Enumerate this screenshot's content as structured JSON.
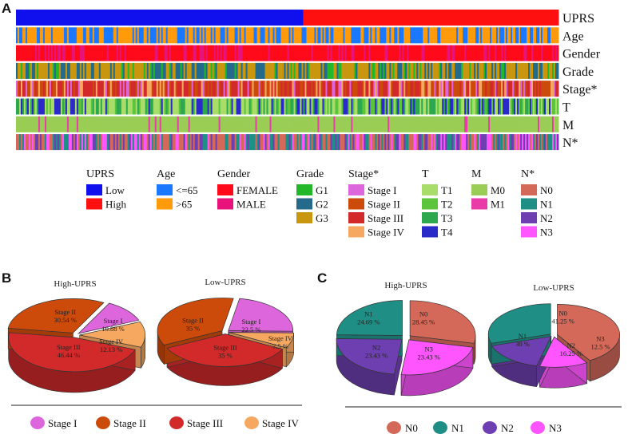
{
  "panels": {
    "a": "A",
    "b": "B",
    "c": "C"
  },
  "chart_data": [
    {
      "type": "heatmap",
      "panel": "A",
      "rows": [
        "UPRS",
        "Age",
        "Gender",
        "Grade",
        "Stage*",
        "T",
        "M",
        "N*"
      ],
      "uprs_split": {
        "low_fraction": 0.53
      },
      "legend": [
        {
          "title": "UPRS",
          "items": [
            {
              "label": "Low",
              "color": "#1010ee"
            },
            {
              "label": "High",
              "color": "#ff1010"
            }
          ]
        },
        {
          "title": "Age",
          "items": [
            {
              "label": "<=65",
              "color": "#1a78ff"
            },
            {
              "label": ">65",
              "color": "#ff9a0a"
            }
          ]
        },
        {
          "title": "Gender",
          "items": [
            {
              "label": "FEMALE",
              "color": "#ff0a1a"
            },
            {
              "label": "MALE",
              "color": "#e8137a"
            }
          ]
        },
        {
          "title": "Grade",
          "items": [
            {
              "label": "G1",
              "color": "#22b82a"
            },
            {
              "label": "G2",
              "color": "#246a8a"
            },
            {
              "label": "G3",
              "color": "#c8960f"
            }
          ]
        },
        {
          "title": "Stage*",
          "items": [
            {
              "label": "Stage I",
              "color": "#dd66dd"
            },
            {
              "label": "Stage II",
              "color": "#cc4a0a"
            },
            {
              "label": "Stage III",
              "color": "#d22a2a"
            },
            {
              "label": "Stage IV",
              "color": "#f7a860"
            }
          ]
        },
        {
          "title": "T",
          "items": [
            {
              "label": "T1",
              "color": "#a8dd6a"
            },
            {
              "label": "T2",
              "color": "#5cc43a"
            },
            {
              "label": "T3",
              "color": "#2ea84e"
            },
            {
              "label": "T4",
              "color": "#2a2ac8"
            }
          ]
        },
        {
          "title": "M",
          "items": [
            {
              "label": "M0",
              "color": "#9acd55"
            },
            {
              "label": "M1",
              "color": "#e83ca8"
            }
          ]
        },
        {
          "title": "N*",
          "items": [
            {
              "label": "N0",
              "color": "#d4695a"
            },
            {
              "label": "N1",
              "color": "#1f8f86"
            },
            {
              "label": "N2",
              "color": "#6e3fb0"
            },
            {
              "label": "N3",
              "color": "#ff55ff"
            }
          ]
        }
      ]
    },
    {
      "type": "pie",
      "panel": "B",
      "title": "High-UPRS",
      "slices": [
        {
          "label": "Stage I",
          "value": 10.88,
          "text": "10.88 %",
          "color": "#dd66dd"
        },
        {
          "label": "Stage IV",
          "value": 12.13,
          "text": "12.13 %",
          "color": "#f7a860"
        },
        {
          "label": "Stage III",
          "value": 46.44,
          "text": "46.44 %",
          "color": "#d22a2a"
        },
        {
          "label": "Stage II",
          "value": 30.54,
          "text": "30.54 %",
          "color": "#cc4a0a"
        }
      ]
    },
    {
      "type": "pie",
      "panel": "B",
      "title": "Low-UPRS",
      "slices": [
        {
          "label": "Stage I",
          "value": 22.5,
          "text": "22.5 %",
          "color": "#dd66dd"
        },
        {
          "label": "Stage IV",
          "value": 7.5,
          "text": "7.5 %",
          "color": "#f7a860"
        },
        {
          "label": "Stage III",
          "value": 35,
          "text": "35 %",
          "color": "#d22a2a"
        },
        {
          "label": "Stage II",
          "value": 35,
          "text": "35 %",
          "color": "#cc4a0a"
        }
      ]
    },
    {
      "type": "pie",
      "panel": "C",
      "title": "High-UPRS",
      "slices": [
        {
          "label": "N0",
          "value": 28.45,
          "text": "28.45 %",
          "color": "#d4695a"
        },
        {
          "label": "N3",
          "value": 23.43,
          "text": "23.43 %",
          "color": "#ff55ff"
        },
        {
          "label": "N2",
          "value": 23.43,
          "text": "23.43 %",
          "color": "#6e3fb0"
        },
        {
          "label": "N1",
          "value": 24.69,
          "text": "24.69 %",
          "color": "#1f8f86"
        }
      ]
    },
    {
      "type": "pie",
      "panel": "C",
      "title": "Low-UPRS",
      "slices": [
        {
          "label": "N0",
          "value": 41.25,
          "text": "41.25 %",
          "color": "#d4695a"
        },
        {
          "label": "N3",
          "value": 12.5,
          "text": "12.5 %",
          "color": "#ff55ff"
        },
        {
          "label": "N2",
          "value": 16.25,
          "text": "16.25 %",
          "color": "#6e3fb0"
        },
        {
          "label": "N1",
          "value": 30,
          "text": "30 %",
          "color": "#1f8f86"
        }
      ]
    }
  ],
  "legend_b": [
    {
      "label": "Stage I",
      "color": "#dd66dd"
    },
    {
      "label": "Stage II",
      "color": "#cc4a0a"
    },
    {
      "label": "Stage III",
      "color": "#d22a2a"
    },
    {
      "label": "Stage IV",
      "color": "#f7a860"
    }
  ],
  "legend_c": [
    {
      "label": "N0",
      "color": "#d4695a"
    },
    {
      "label": "N1",
      "color": "#1f8f86"
    },
    {
      "label": "N2",
      "color": "#6e3fb0"
    },
    {
      "label": "N3",
      "color": "#ff55ff"
    }
  ]
}
